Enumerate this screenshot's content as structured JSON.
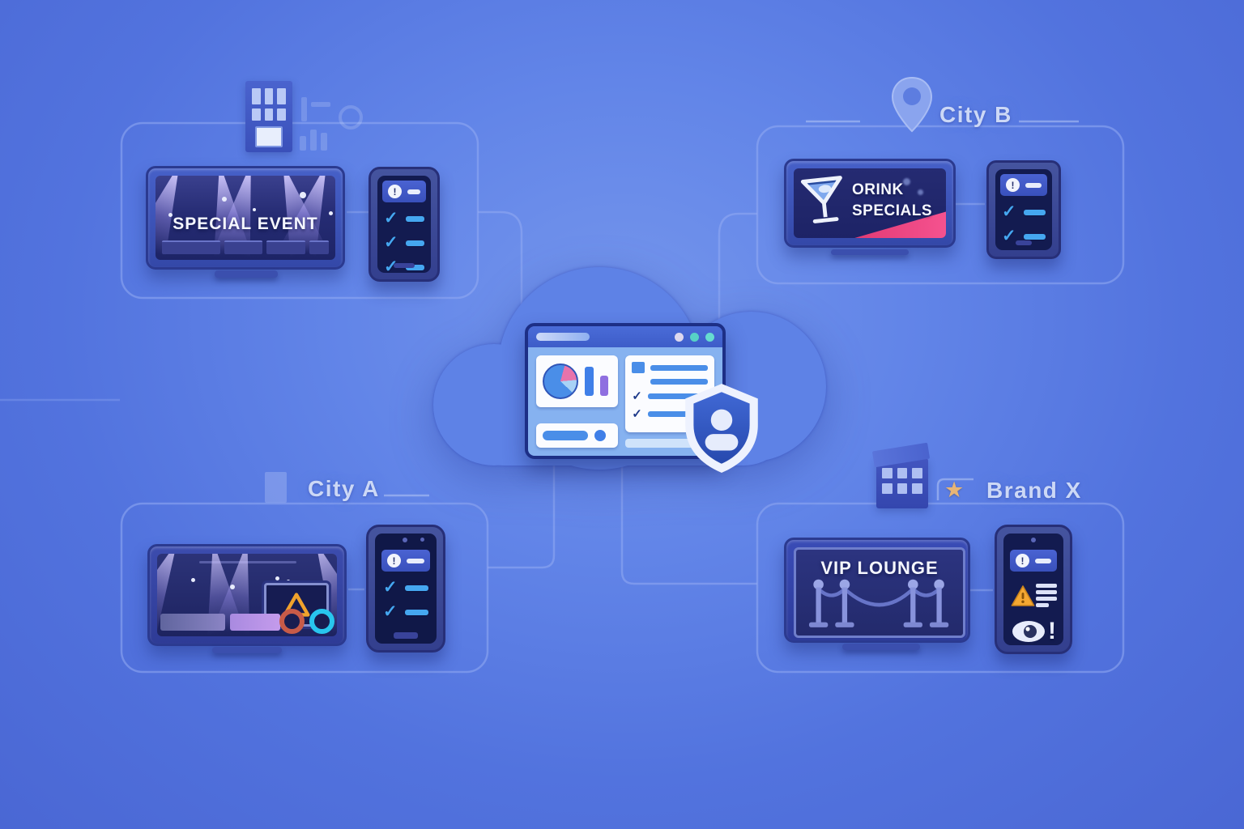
{
  "glyphs": {
    "check": "✓",
    "exclamation": "!",
    "star": "★"
  },
  "regions": {
    "top_left": {
      "screen_title": "SPECIAL EVENT"
    },
    "top_right": {
      "label": "City B",
      "screen_line1": "ORINK",
      "screen_line2": "SPECIALS"
    },
    "bottom_left": {
      "label": "City A"
    },
    "bottom_right": {
      "label": "Brand X",
      "screen_title": "VIP LOUNGE"
    }
  },
  "colors": {
    "background": "#5a7ae0",
    "panel_navy": "#1d2468",
    "frame_blue": "#3a4fb4",
    "accent_pink": "#ee4a82",
    "accent_orange": "#f2a63a",
    "accent_cyan": "#45a7f0",
    "accent_teal": "#5ed6ca",
    "cloud_blue": "#5e82e6",
    "label_text": "#ccd8f6"
  },
  "icons": {
    "top_left": "office-building-icon",
    "top_right": "location-pin-icon",
    "bottom_left": "building-ghost-icon",
    "bottom_right_building": "store-building-icon",
    "bottom_right_star": "star-icon",
    "center": "user-shield-icon",
    "drink_screen": "martini-glass-icon",
    "alert": "warning-triangle-icon",
    "camera": "eye-icon"
  }
}
